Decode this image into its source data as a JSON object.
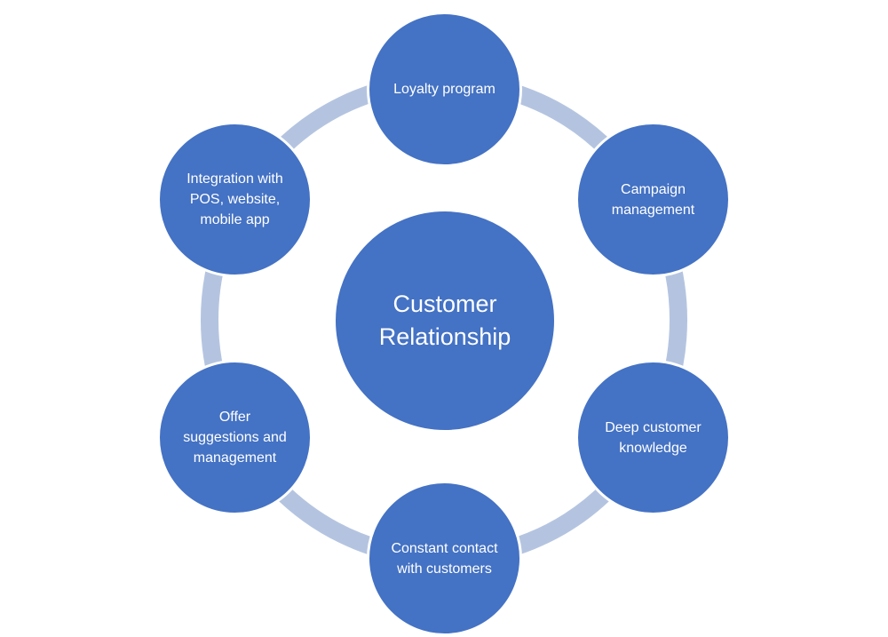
{
  "center": {
    "label": "Customer Relationship"
  },
  "nodes": [
    {
      "label": "Loyalty program"
    },
    {
      "label": "Campaign management"
    },
    {
      "label": "Deep customer knowledge"
    },
    {
      "label": "Constant contact with customers"
    },
    {
      "label": "Offer suggestions and management"
    },
    {
      "label": "Integration with POS, website, mobile app"
    }
  ],
  "colors": {
    "node_fill": "#4472c4",
    "ring": "#b4c4e0",
    "node_border": "#ffffff",
    "text": "#ffffff"
  }
}
